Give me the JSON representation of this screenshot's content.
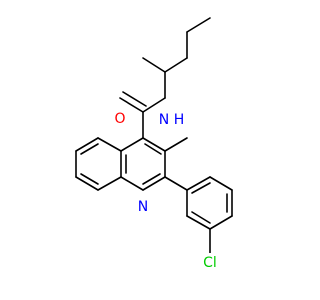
{
  "molecule": {
    "atoms": {
      "oxygen": "O",
      "amide_nitrogen": "N",
      "amide_hydrogen": "H",
      "ring_nitrogen": "N",
      "chlorine": "Cl"
    },
    "colors": {
      "bond": "#000000",
      "oxygen": "#ff0000",
      "nitrogen": "#0000ff",
      "chlorine": "#00cc00",
      "background": "#ffffff"
    }
  }
}
